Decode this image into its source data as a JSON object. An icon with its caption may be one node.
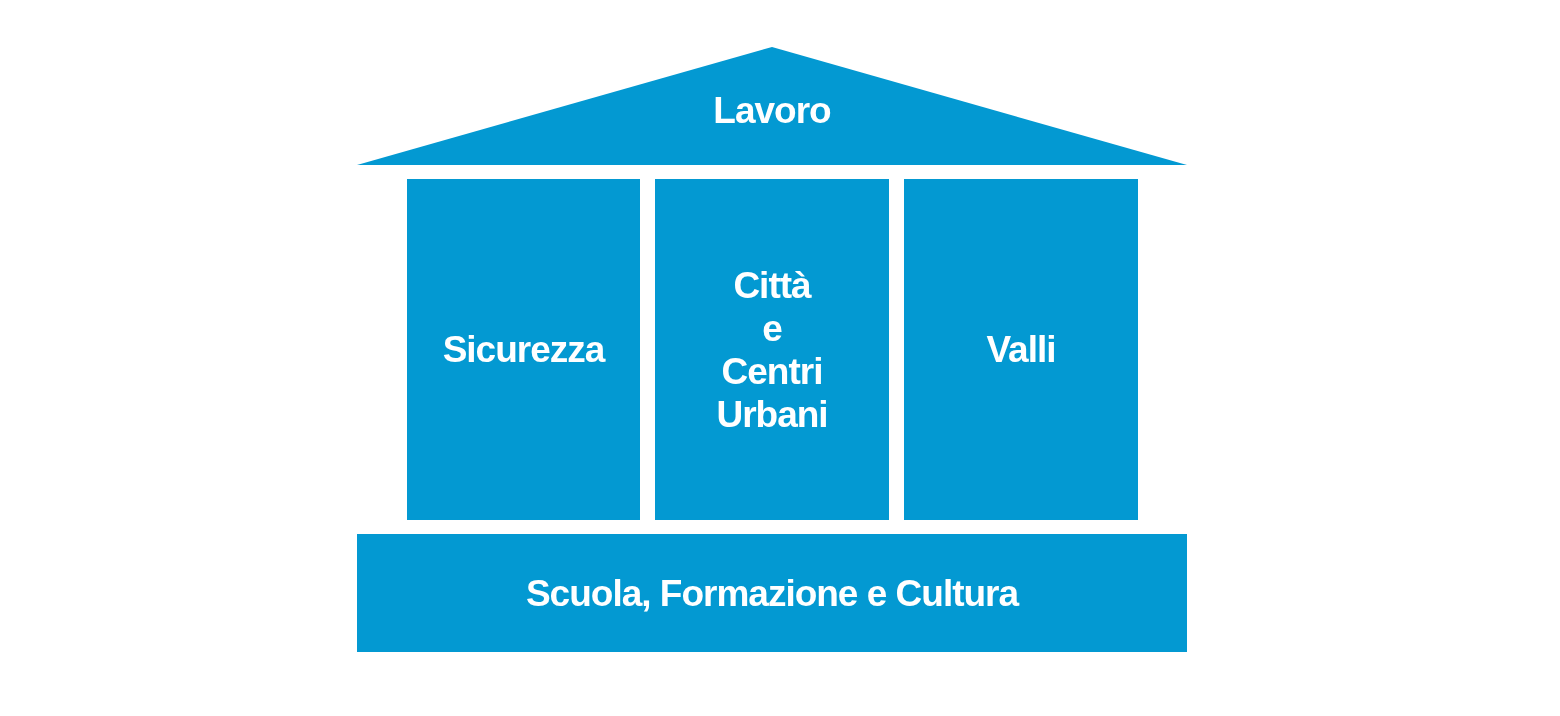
{
  "diagram": {
    "nodes": [
      {
        "text": [
          "Lavoro"
        ]
      },
      {
        "text": [
          "Sicurezza"
        ]
      },
      {
        "text": [
          "Città e Centri Urbani"
        ]
      },
      {
        "text": [
          "Valli"
        ]
      },
      {
        "text": [
          "Scuola, Formazione e Cultura"
        ]
      }
    ]
  }
}
